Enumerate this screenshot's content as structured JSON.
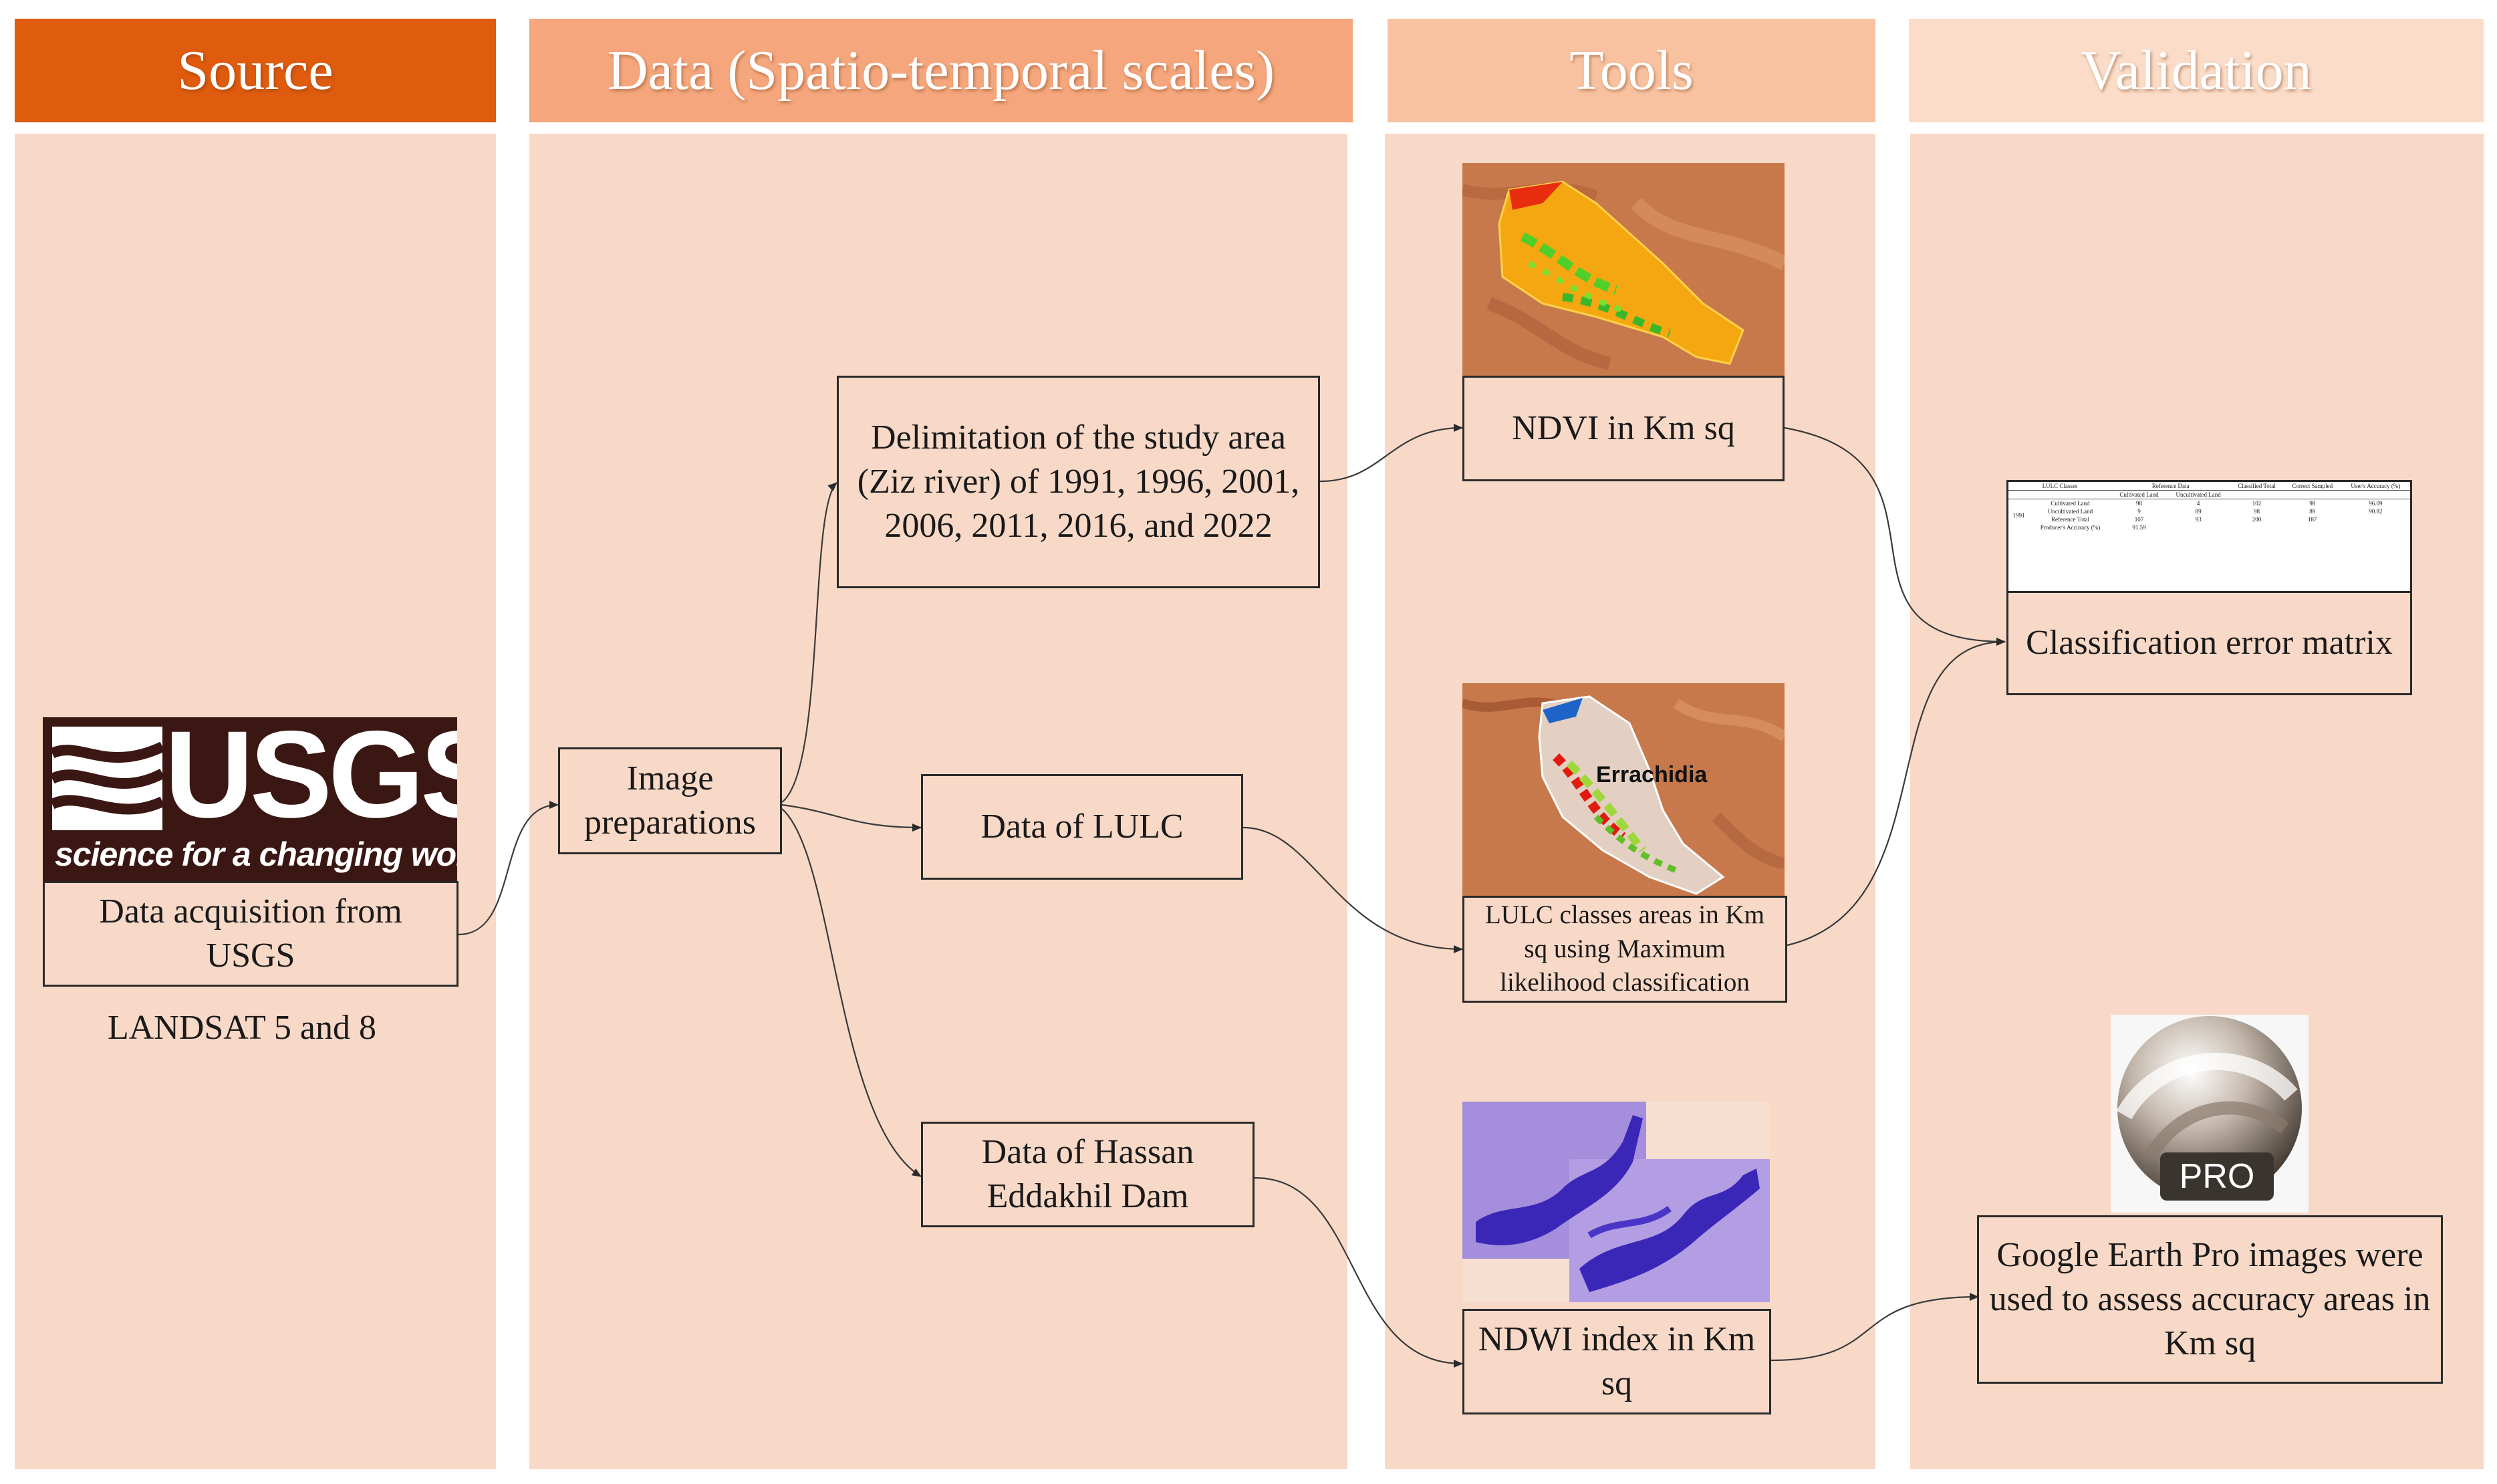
{
  "headers": {
    "source": "Source",
    "data": "Data (Spatio-temporal scales)",
    "tools": "Tools",
    "validation": "Validation"
  },
  "colors": {
    "source_header": "#df5b0e",
    "data_header": "#f5a67c",
    "tools_header": "#f8c2a0",
    "validation_header": "#fadcc8",
    "column_fill": "#f8d9c7",
    "box_border": "#2a2a2a"
  },
  "source": {
    "logo_text": "USGS",
    "logo_tagline": "science for a changing world",
    "acquisition": "Data acquisition from USGS",
    "landsat": "LANDSAT 5 and 8"
  },
  "data_col": {
    "image_prep": "Image preparations",
    "delimitation": "Delimitation of the study area (Ziz river) of 1991, 1996, 2001, 2006, 2011, 2016, and 2022",
    "lulc": "Data of LULC",
    "dam": "Data of Hassan Eddakhil Dam"
  },
  "tools": {
    "ndvi": "NDVI in Km sq",
    "lulc_areas": "LULC classes areas in Km sq using Maximum likelihood classification",
    "lulc_map_label": "Errachidia",
    "ndwi": "NDWI index in Km sq"
  },
  "validation": {
    "error_matrix": "Classification error matrix",
    "google_earth": "Google Earth Pro images were used to assess accuracy areas in Km sq",
    "earth_badge": "PRO"
  },
  "matrix_table": {
    "h_classes": "LULC Classes",
    "h_reference": "Reference Data",
    "h_cultivated": "Cultivated Land",
    "h_uncultivated": "Uncultivated Land",
    "h_classified": "Classified Total",
    "h_correct": "Correct Sampled",
    "h_users": "User's Accuracy (%)",
    "year": "1991",
    "r1_label": "Cultivated Land",
    "r1_c1": "98",
    "r1_c2": "4",
    "r1_c3": "102",
    "r1_c4": "98",
    "r1_c5": "96.09",
    "r2_label": "Uncultivated Land",
    "r2_c1": "9",
    "r2_c2": "89",
    "r2_c3": "98",
    "r2_c4": "89",
    "r2_c5": "90.82",
    "r3_label": "Reference Total",
    "r3_c1": "107",
    "r3_c2": "93",
    "r3_c3": "200",
    "r3_c4": "187",
    "r4_label": "Producer's Accuracy (%)",
    "r4_c1": "91.59"
  }
}
